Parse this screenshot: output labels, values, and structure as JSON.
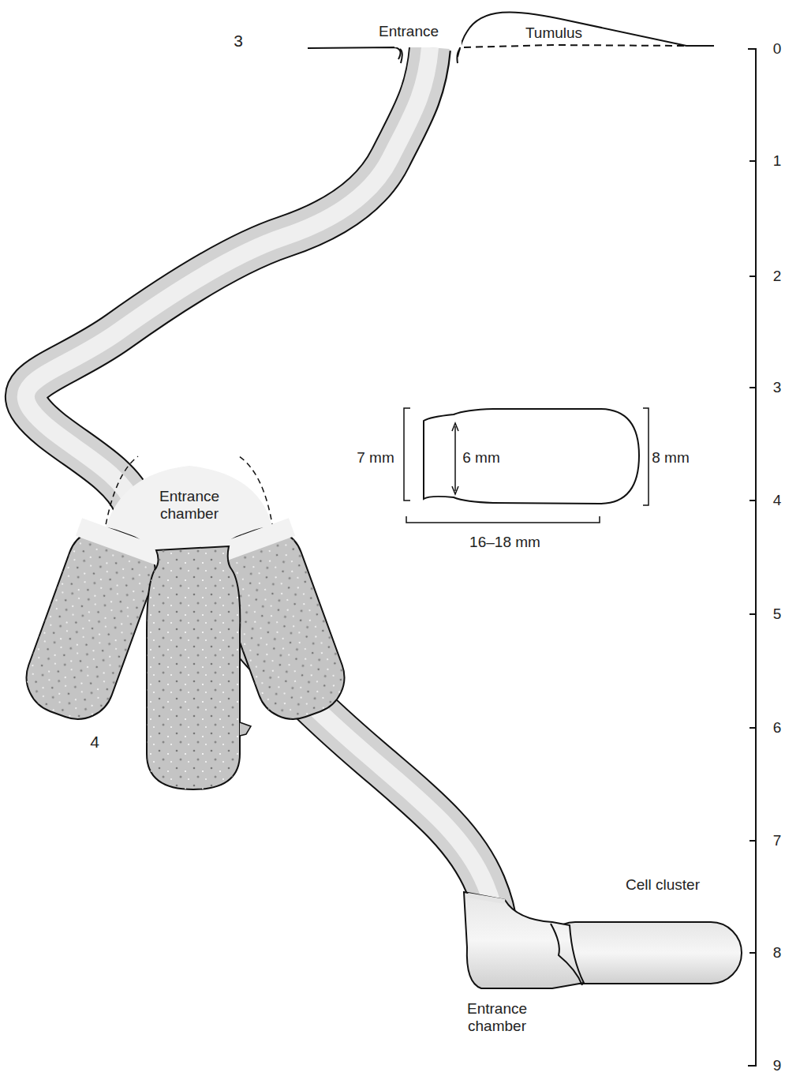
{
  "diagram": {
    "labels": [
      "3",
      "Entrance",
      "Tumulus",
      "0",
      "1",
      "2",
      "3",
      "4",
      "5",
      "6",
      "7",
      "8",
      "9",
      "7 mm",
      "6 mm",
      "8 mm",
      "16–18 mm",
      "4",
      "Entrance chamber",
      "Cell cluster",
      "Entrance chamber"
    ]
  }
}
